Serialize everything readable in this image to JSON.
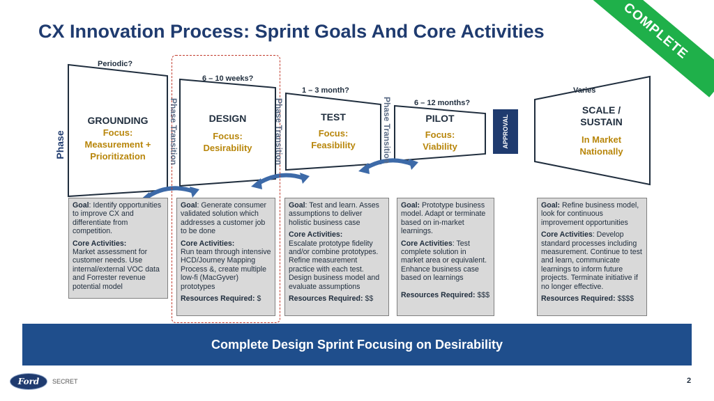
{
  "title": "CX Innovation Process: Sprint Goals And Core Activities",
  "ribbon": "COMPLETE",
  "phase_label": "Phase",
  "transition_label": "Phase Transition",
  "approval": "APPROVAL",
  "phases": [
    {
      "duration": "Periodic?",
      "name_lines": [
        "GROUNDING"
      ],
      "focus_lines": [
        "Focus:",
        "Measurement +",
        "Prioritization"
      ],
      "goal_label": "Goal",
      "goal": ": Identify opportunities to improve CX and differentiate from competition.",
      "core_label": "Core Activities:",
      "core": "Market assessment for customer needs. Use internal/external VOC data and Forrester revenue potential model",
      "resources_label": "",
      "resources": ""
    },
    {
      "duration": "6 – 10 weeks?",
      "name_lines": [
        "DESIGN"
      ],
      "focus_lines": [
        "Focus:",
        "Desirability"
      ],
      "goal_label": "Goal",
      "goal": ": Generate consumer validated solution which addresses a customer job to be done",
      "core_label": "Core Activities:",
      "core": "Run team through intensive HCD/Journey Mapping Process &, create multiple low-fi (MacGyver) prototypes",
      "resources_label": "Resources Required:",
      "resources": " $"
    },
    {
      "duration": "1 – 3 month?",
      "name_lines": [
        "TEST"
      ],
      "focus_lines": [
        "Focus:",
        "Feasibility"
      ],
      "goal_label": "Goal",
      "goal": ": Test and learn. Asses assumptions to deliver holistic business case",
      "core_label": "Core Activities:",
      "core": "Escalate prototype fidelity and/or combine prototypes. Refine measurement practice with each test. Design business model and evaluate assumptions",
      "resources_label": "Resources Required:",
      "resources": " $$"
    },
    {
      "duration": "6 – 12 months?",
      "name_lines": [
        "PILOT"
      ],
      "focus_lines": [
        "Focus:",
        "Viability"
      ],
      "goal_label": "Goal:",
      "goal": " Prototype business model. Adapt or terminate based on in-market learnings.",
      "core_label": "Core Activities",
      "core": ": Test complete solution in market area or equivalent. Enhance business case based on learnings",
      "resources_label": "Resources Required:",
      "resources": " $$$"
    },
    {
      "duration": "Varies",
      "name_lines": [
        "SCALE /",
        "SUSTAIN"
      ],
      "focus_lines": [
        "In Market",
        "Nationally"
      ],
      "goal_label": "Goal:",
      "goal": " Refine business model, look for continuous improvement opportunities",
      "core_label": "Core Activities",
      "core": ": Develop standard processes including measurement. Continue to test and learn, communicate learnings to inform future projects. Terminate initiative if no longer effective.",
      "resources_label": "Resources Required:",
      "resources": " $$$$"
    }
  ],
  "banner": "Complete Design Sprint Focusing on Desirability",
  "footer": {
    "logo": "Ford",
    "classification": "SECRET",
    "page": "2"
  },
  "colors": {
    "navy": "#1f3b6f",
    "gold": "#b8860b",
    "green": "#1fb04a",
    "banner": "#1f4e8c",
    "box": "#d9d9d9",
    "dash": "#c0392b"
  }
}
